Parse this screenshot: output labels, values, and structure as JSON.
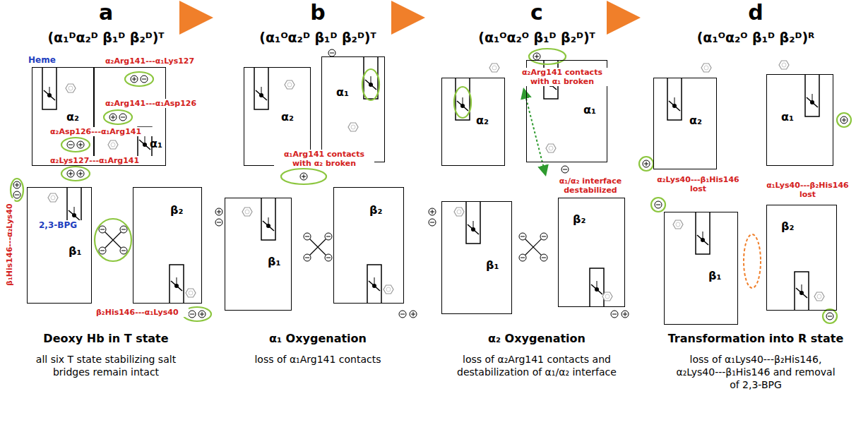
{
  "diagram": {
    "nodes": [
      {
        "text": [
          "α₂"
        ]
      },
      {
        "text": [
          "α₁"
        ]
      },
      {
        "text": [
          "β₁"
        ]
      },
      {
        "text": [
          "β₂"
        ]
      },
      {
        "text": [
          "α₂"
        ]
      },
      {
        "text": [
          "α₁"
        ]
      },
      {
        "text": [
          "β₁"
        ]
      },
      {
        "text": [
          "β₂"
        ]
      },
      {
        "text": [
          "α₂"
        ]
      },
      {
        "text": [
          "α₁"
        ]
      },
      {
        "text": [
          "β₁"
        ]
      },
      {
        "text": [
          "β₂"
        ]
      },
      {
        "text": [
          "α₂"
        ]
      },
      {
        "text": [
          "α₁"
        ]
      },
      {
        "text": [
          "β₁"
        ]
      },
      {
        "text": [
          "β₂"
        ]
      }
    ],
    "labels": [
      "a",
      "(α₁ᴰα₂ᴰ β₁ᴰ β₂ᴰ)ᵀ",
      "b",
      "(α₁ᴼα₂ᴰ β₁ᴰ β₂ᴰ)ᵀ",
      "c",
      "(α₁ᴼα₂ᴼ β₁ᴰ β₂ᴰ)ᵀ",
      "d",
      "(α₁ᴼα₂ᴼ β₁ᴰ β₂ᴰ)ᴿ",
      "Heme",
      "α₂Arg141---α₁Lys127",
      "α₂Arg141---α₁Asp126",
      "α₂Asp126---α₁Arg141",
      "α₂Lys127---α₁Arg141",
      "β₁His146---α₂Lys40",
      "2,3-BPG",
      "β₂His146---α₁Lys40",
      "α₁Arg141 contacts with α₂ broken",
      "α₂Arg141 contacts with α₁ broken",
      "α₁/α₂ interface destabilized",
      "α₂Lys40---β₁His146 lost",
      "α₁Lys40---β₂His146 lost",
      "Deoxy Hb in T state",
      "all six T state stabilizing salt bridges remain intact",
      "α₁ Oxygenation",
      "loss of α₁Arg141 contacts",
      "α₂ Oxygenation",
      "loss of α₂Arg141 contacts and destabilization of α₁/α₂ interface",
      "Transformation into R state",
      "loss of α₁Lys40---β₂His146, α₂Lys40---β₁His146 and removal of 2,3-BPG"
    ]
  }
}
